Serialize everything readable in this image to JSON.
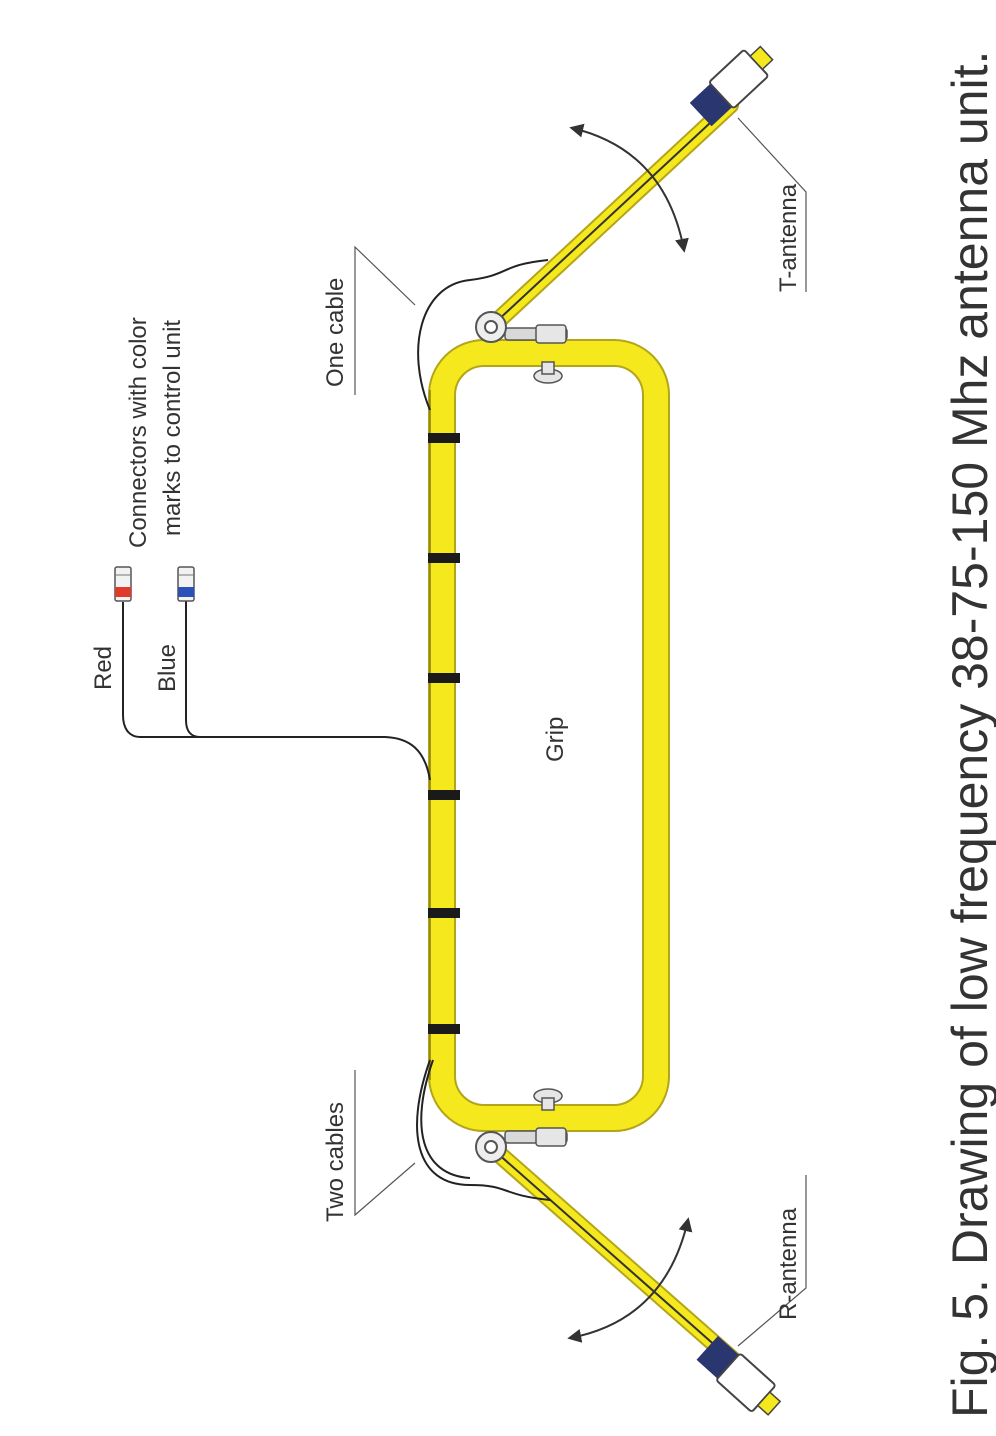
{
  "caption": "Fig. 5. Drawing of low frequency 38-75-150 Mhz antenna unit.",
  "labels": {
    "red": "Red",
    "blue": "Blue",
    "connectors_line1": "Connectors with color",
    "connectors_line2": "marks to control unit",
    "one_cable": "One cable",
    "two_cables": "Two cables",
    "grip": "Grip",
    "t_antenna": "T-antenna",
    "r_antenna": "R-antenna"
  },
  "colors": {
    "frame_yellow": "#f5e81c",
    "frame_outline": "#b3a51a",
    "cable": "#222222",
    "tape": "#1a1a1a",
    "connector_red": "#e03a2a",
    "connector_blue": "#2d4fb8",
    "antenna_tip": "#2a3670"
  }
}
